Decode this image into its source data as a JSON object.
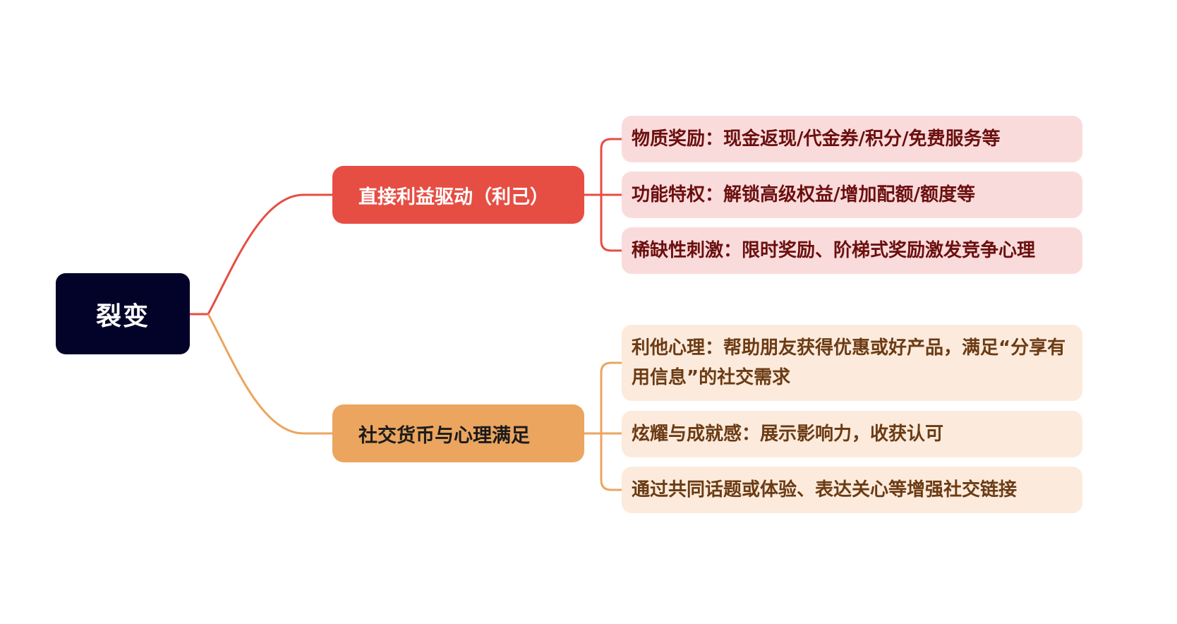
{
  "root": {
    "label": "裂变",
    "color": "#03032a"
  },
  "branches": [
    {
      "label": "直接利益驱动（利己）",
      "color": "#e64e43",
      "leaf_bg": "#fadbdb",
      "leaves": [
        "物质奖励：现金返现/代金券/积分/免费服务等",
        "功能特权：解锁高级权益/增加配额/额度等",
        "稀缺性刺激：限时奖励、阶梯式奖励激发竞争心理"
      ]
    },
    {
      "label": "社交货币与心理满足",
      "color": "#eba55f",
      "leaf_bg": "#fcebdd",
      "leaves": [
        "利他心理：帮助朋友获得优惠或好产品，满足“分享有用信息”的社交需求",
        "炫耀与成就感：展示影响力，收获认可",
        "通过共同话题或体验、表达关心等增强社交链接"
      ]
    }
  ]
}
